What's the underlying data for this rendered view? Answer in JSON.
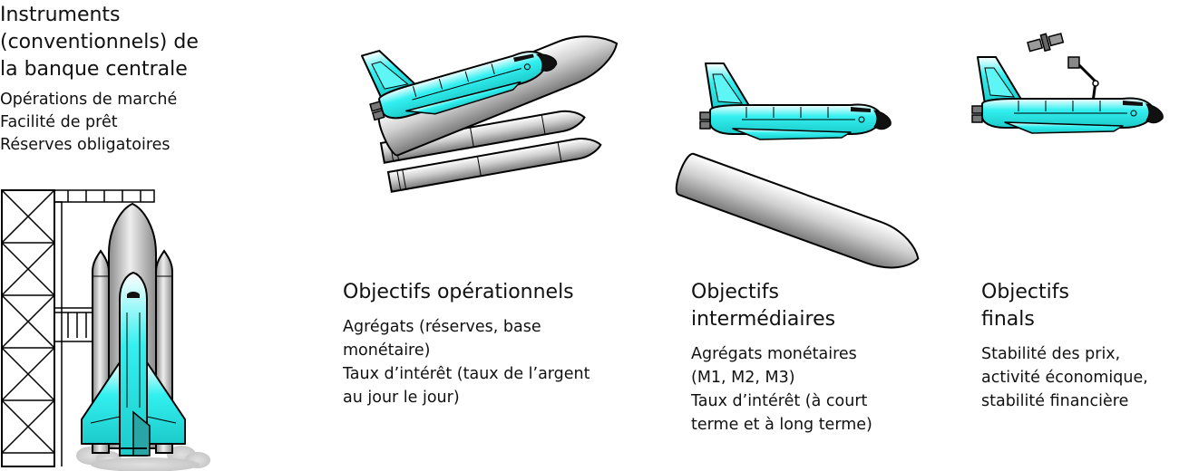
{
  "instruments": {
    "title": "Instruments\n(conventionnels) de\nla banque centrale",
    "items": [
      "Opérations de marché",
      "Facilité de prêt",
      "Réserves obligatoires"
    ]
  },
  "columns": [
    {
      "title": "Objectifs opérationnels",
      "items": [
        "Agrégats (réserves, base\nmonétaire)",
        "Taux d’intérêt (taux de l’argent\nau jour le jour)"
      ]
    },
    {
      "title": "Objectifs\nintermédiaires",
      "items": [
        "Agrégats monétaires\n(M1, M2, M3)",
        "Taux d’intérêt (à court\nterme et à long terme)"
      ]
    },
    {
      "title": "Objectifs\nfinals",
      "items": [
        "Stabilité des prix,\nactivité économique,\nstabilité financière"
      ]
    }
  ],
  "colors": {
    "shuttle": "#33f0f0",
    "tank": "#9a9a9a",
    "outline": "#000000"
  },
  "icons": [
    "launch-pad-shuttle-icon",
    "shuttle-with-tank-icon",
    "shuttle-separated-tank-icon",
    "shuttle-in-orbit-with-satellite-icon"
  ]
}
